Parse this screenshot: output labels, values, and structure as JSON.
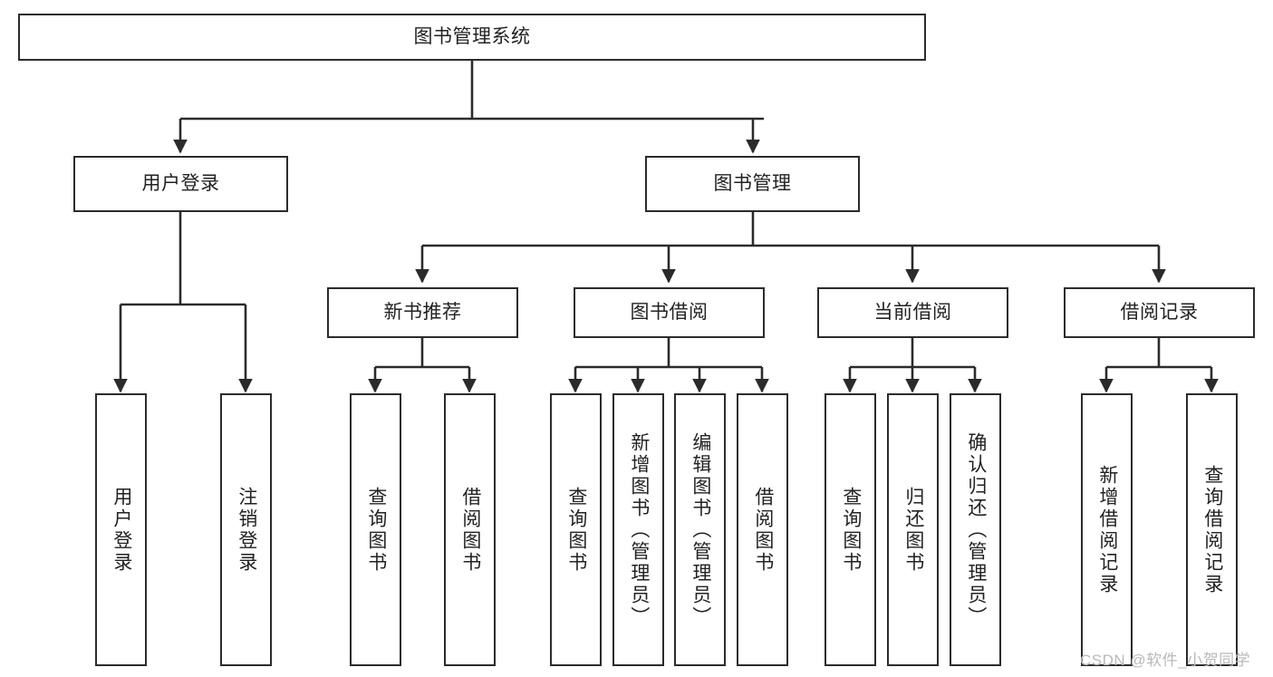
{
  "diagram": {
    "type": "tree",
    "title": "图书管理系统",
    "root": {
      "label": "图书管理系统"
    },
    "level2": [
      {
        "label": "用户登录"
      },
      {
        "label": "图书管理"
      }
    ],
    "level3": [
      {
        "label": "新书推荐"
      },
      {
        "label": "图书借阅"
      },
      {
        "label": "当前借阅"
      },
      {
        "label": "借阅记录"
      }
    ],
    "leaves": {
      "user_login": [
        {
          "label": "用户登录"
        },
        {
          "label": "注销登录"
        }
      ],
      "new_book_recommend": [
        {
          "label": "查询图书"
        },
        {
          "label": "借阅图书"
        }
      ],
      "book_borrow": [
        {
          "label": "查询图书"
        },
        {
          "label": "新增图书（管理员）"
        },
        {
          "label": "编辑图书（管理员）"
        },
        {
          "label": "借阅图书"
        }
      ],
      "current_borrow": [
        {
          "label": "查询图书"
        },
        {
          "label": "归还图书"
        },
        {
          "label": "确认归还（管理员）"
        }
      ],
      "borrow_record": [
        {
          "label": "新增借阅记录"
        },
        {
          "label": "查询借阅记录"
        }
      ]
    }
  },
  "watermark": {
    "text": "CSDN @软件_小贺同学"
  },
  "colors": {
    "stroke": "#2b2b2b",
    "background": "#ffffff",
    "text": "#222222",
    "watermark": "#b9b9b9"
  }
}
